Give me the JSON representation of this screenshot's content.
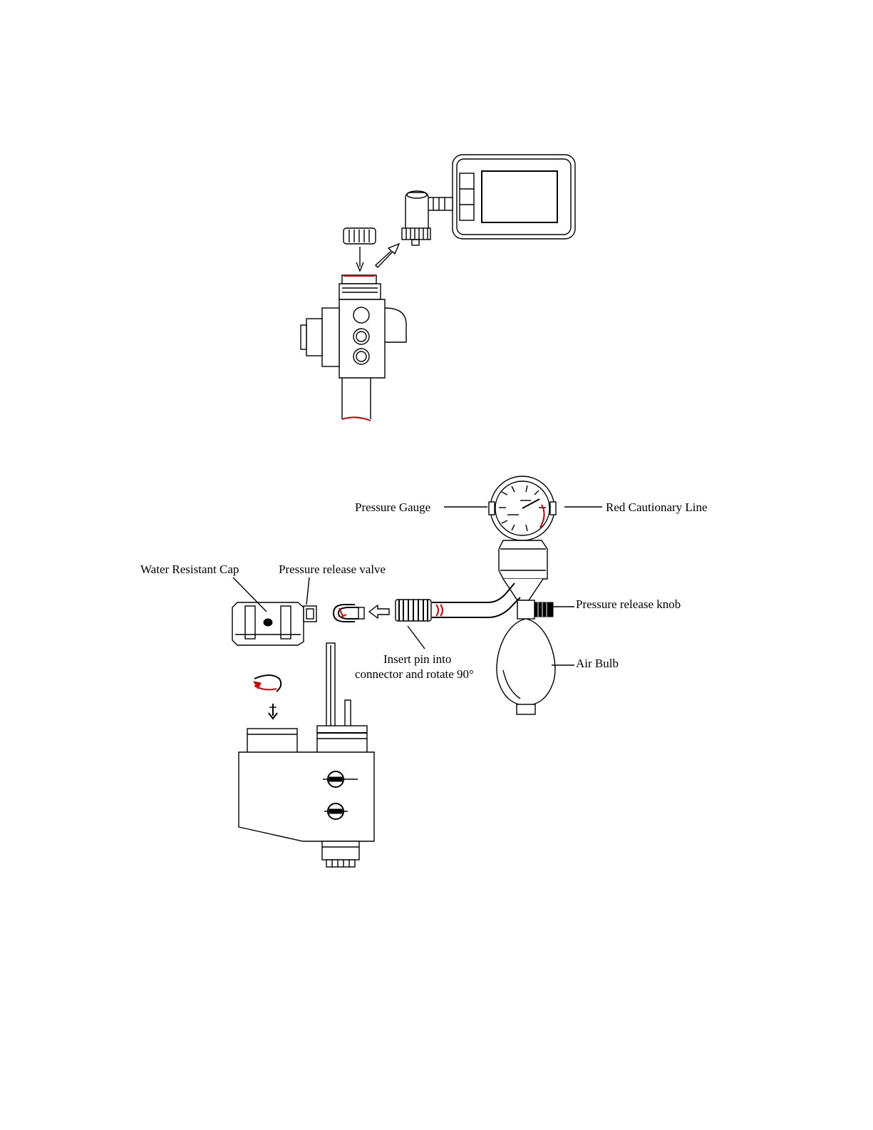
{
  "labels": {
    "pressure_gauge": "Pressure Gauge",
    "red_cautionary_line": "Red Cautionary Line",
    "water_resistant_cap": "Water Resistant Cap",
    "pressure_release_valve": "Pressure release valve",
    "pressure_release_knob": "Pressure release knob",
    "insert_pin_line1": "Insert pin into",
    "insert_pin_line2": "connector and rotate 90°",
    "air_bulb": "Air Bulb"
  },
  "colors": {
    "line": "#000000",
    "accent_red": "#cc0000",
    "background": "#ffffff"
  }
}
